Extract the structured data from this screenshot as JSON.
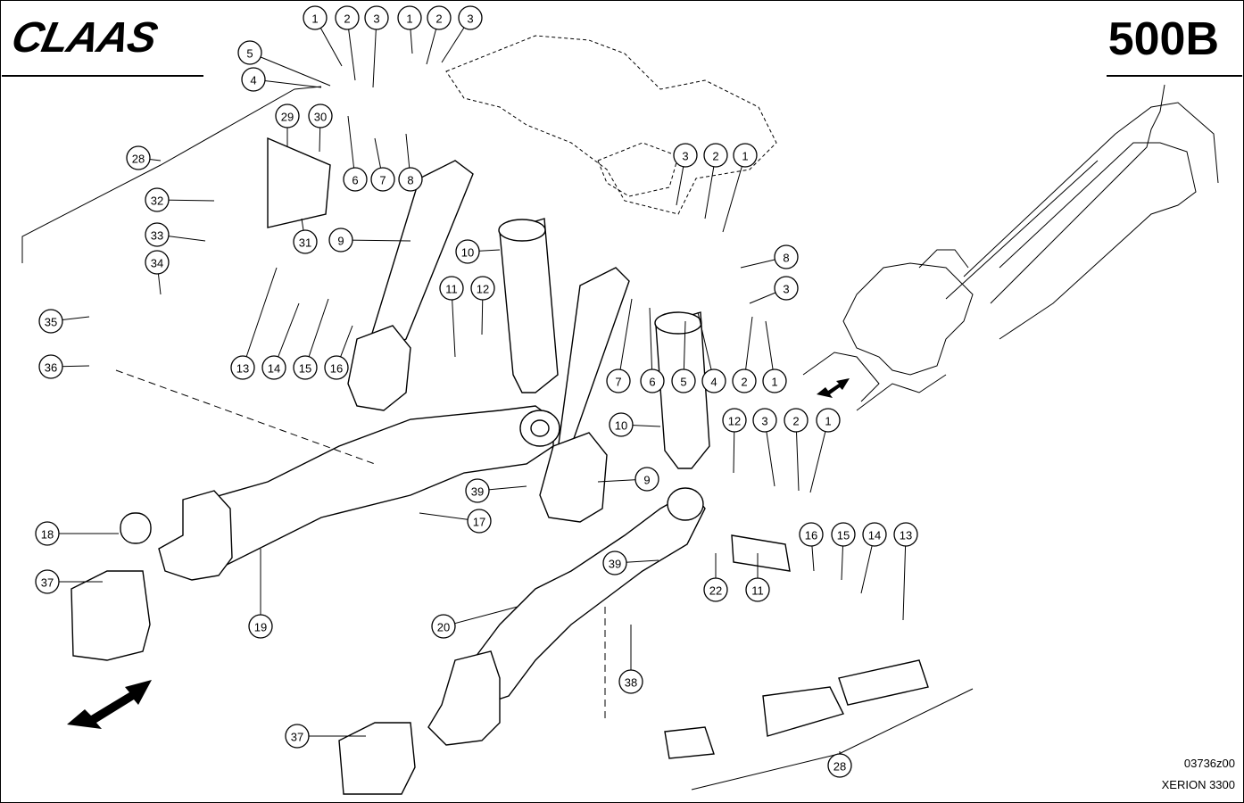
{
  "header": {
    "brand": "CLAAS",
    "sheet": "500B"
  },
  "footer": {
    "drawing_code": "03736z00",
    "model": "XERION 3300"
  },
  "callouts": [
    "1",
    "2",
    "3",
    "1",
    "2",
    "3",
    "5",
    "4",
    "6",
    "7",
    "8",
    "29",
    "30",
    "28",
    "32",
    "33",
    "34",
    "35",
    "36",
    "31",
    "9",
    "10",
    "13",
    "14",
    "15",
    "16",
    "11",
    "12",
    "3",
    "2",
    "1",
    "8",
    "3",
    "7",
    "6",
    "5",
    "4",
    "2",
    "1",
    "10",
    "12",
    "3",
    "2",
    "1",
    "9",
    "39",
    "17",
    "18",
    "37",
    "19",
    "20",
    "39",
    "22",
    "11",
    "16",
    "15",
    "14",
    "13",
    "38",
    "37",
    "28"
  ]
}
